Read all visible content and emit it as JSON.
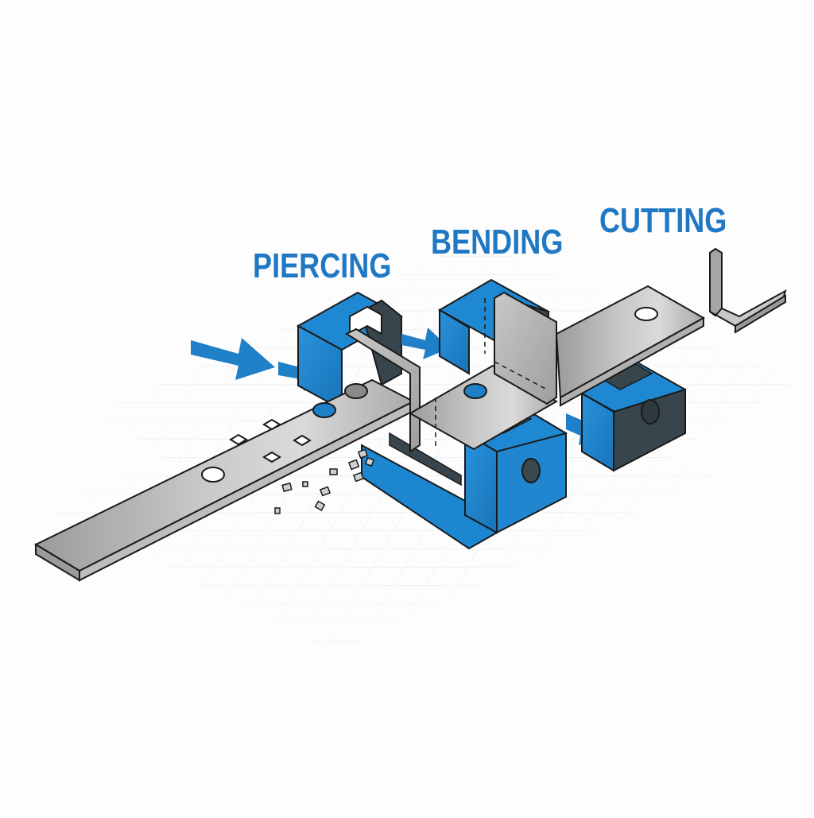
{
  "diagram": {
    "type": "isometric progressive die process illustration",
    "colors": {
      "label_blue": "#1f78c4",
      "die_blue": "#1d86d1",
      "die_blue_dark": "#166aa8",
      "die_shadow": "#39454d",
      "metal_light": "#d9d9d9",
      "metal_mid": "#b4b4b4",
      "metal_dark": "#8f8f8f",
      "outline": "#1a1a1a",
      "background": "#fdfdfd",
      "grid": "#e6e8ec"
    },
    "stages": [
      {
        "id": "piercing",
        "label": "PIERCING",
        "icon": "piercing-die-icon",
        "features": [
          "4 square punched holes",
          "2 round holes",
          "slugs falling below"
        ]
      },
      {
        "id": "bending",
        "label": "BENDING",
        "icon": "bending-die-icon",
        "features": [
          "U-channel bend",
          "dashed bend lines",
          "round hole"
        ]
      },
      {
        "id": "cutting",
        "label": "CUTTING",
        "icon": "cutting-die-icon",
        "features": [
          "cut-off die block",
          "round hole",
          "finished L-shaped part"
        ]
      }
    ],
    "flow_arrows": [
      {
        "name": "feed-arrow-outer",
        "direction": "into piercing"
      },
      {
        "name": "feed-arrow-inner",
        "direction": "into piercing"
      },
      {
        "name": "transfer-arrow-1",
        "direction": "piercing to bending"
      },
      {
        "name": "transfer-arrow-2",
        "direction": "bending to cutting"
      }
    ],
    "scrap_slugs_count": 10,
    "finished_part": "L-shaped bracket"
  }
}
